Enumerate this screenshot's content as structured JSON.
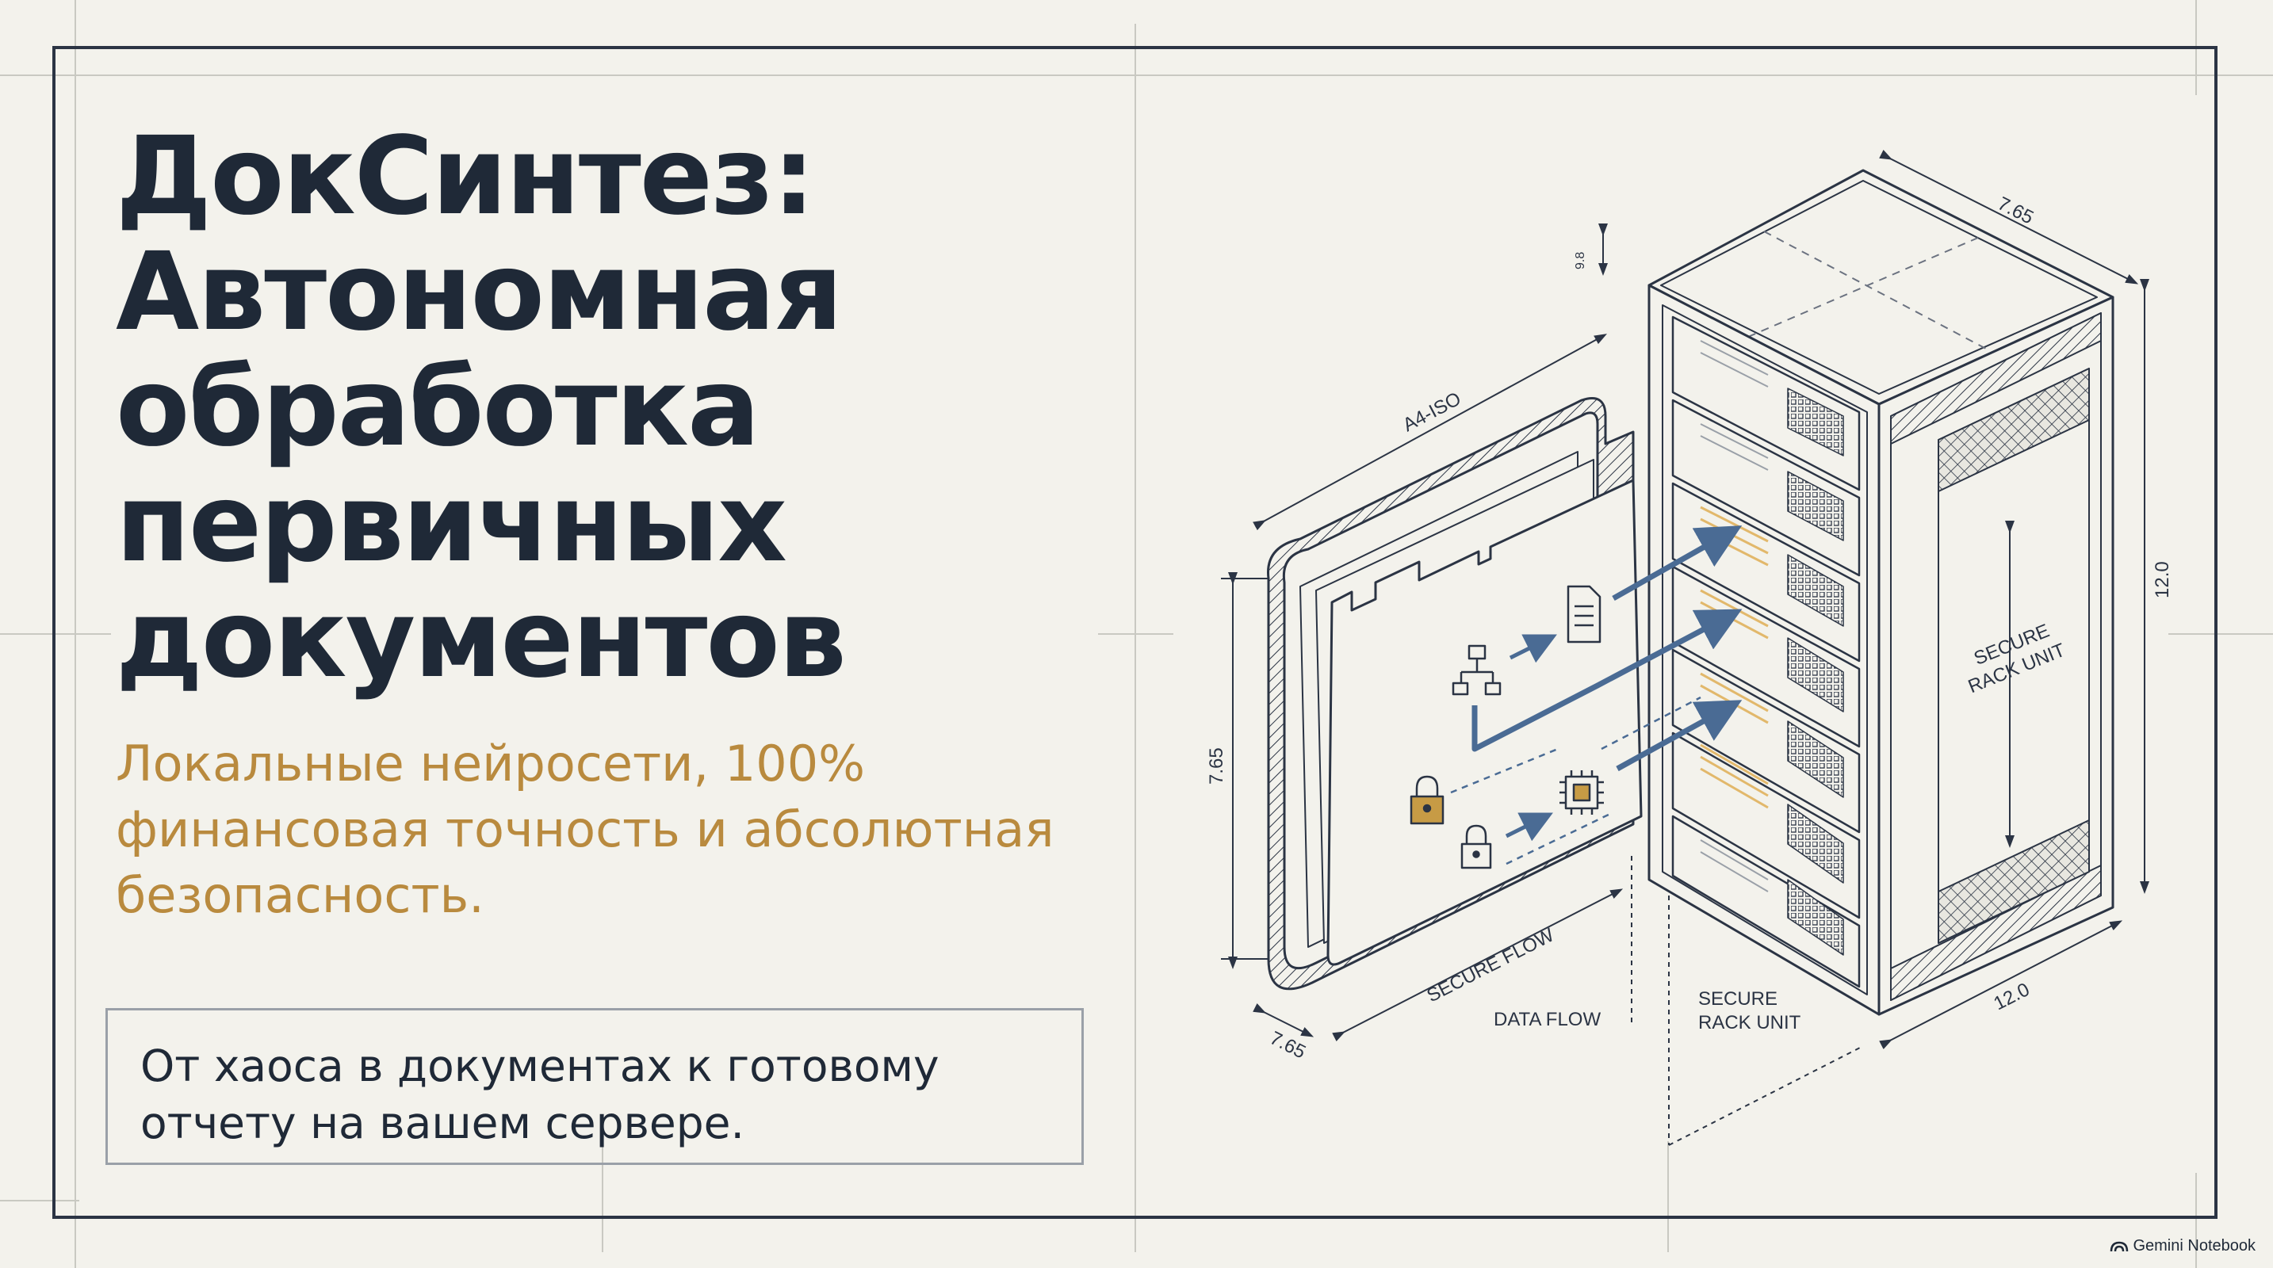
{
  "slide": {
    "title_lines": [
      "ДокСинтез:",
      "Автономная",
      "обработка",
      "первичных",
      "документов"
    ],
    "subtitle_lines": [
      "Локальные нейросети, 100%",
      "финансовая точность и абсолютная",
      "безопасность."
    ],
    "tagline_lines": [
      "От хаоса в документах к готовому",
      "отчету на вашем сервере."
    ]
  },
  "illustration": {
    "labels": {
      "a4_iso": "A4-ISO",
      "secure_flow": "SECURE FLOW",
      "data_flow": "DATA FLOW",
      "secure_rack_unit_bottom": [
        "SECURE",
        "RACK UNIT"
      ],
      "secure_rack_unit_side": [
        "SECURE",
        "RACK UNIT"
      ],
      "dim_top": "7.65",
      "dim_left": "7.65",
      "dim_bottom_left": "7.65",
      "dim_right": "12.0",
      "dim_bottom_right": "12.0",
      "dim_small": "9.8"
    },
    "icons": [
      "network-icon",
      "document-icon",
      "lock-icon",
      "lock-icon",
      "chip-icon"
    ]
  },
  "watermark": {
    "text": "Gemini Notebook"
  },
  "colors": {
    "background": "#f3f2ec",
    "ink": "#1f2937",
    "accent_gold": "#b98a3e",
    "arrow_blue": "#4a6b94",
    "guide_gray": "#c9c9c2"
  }
}
